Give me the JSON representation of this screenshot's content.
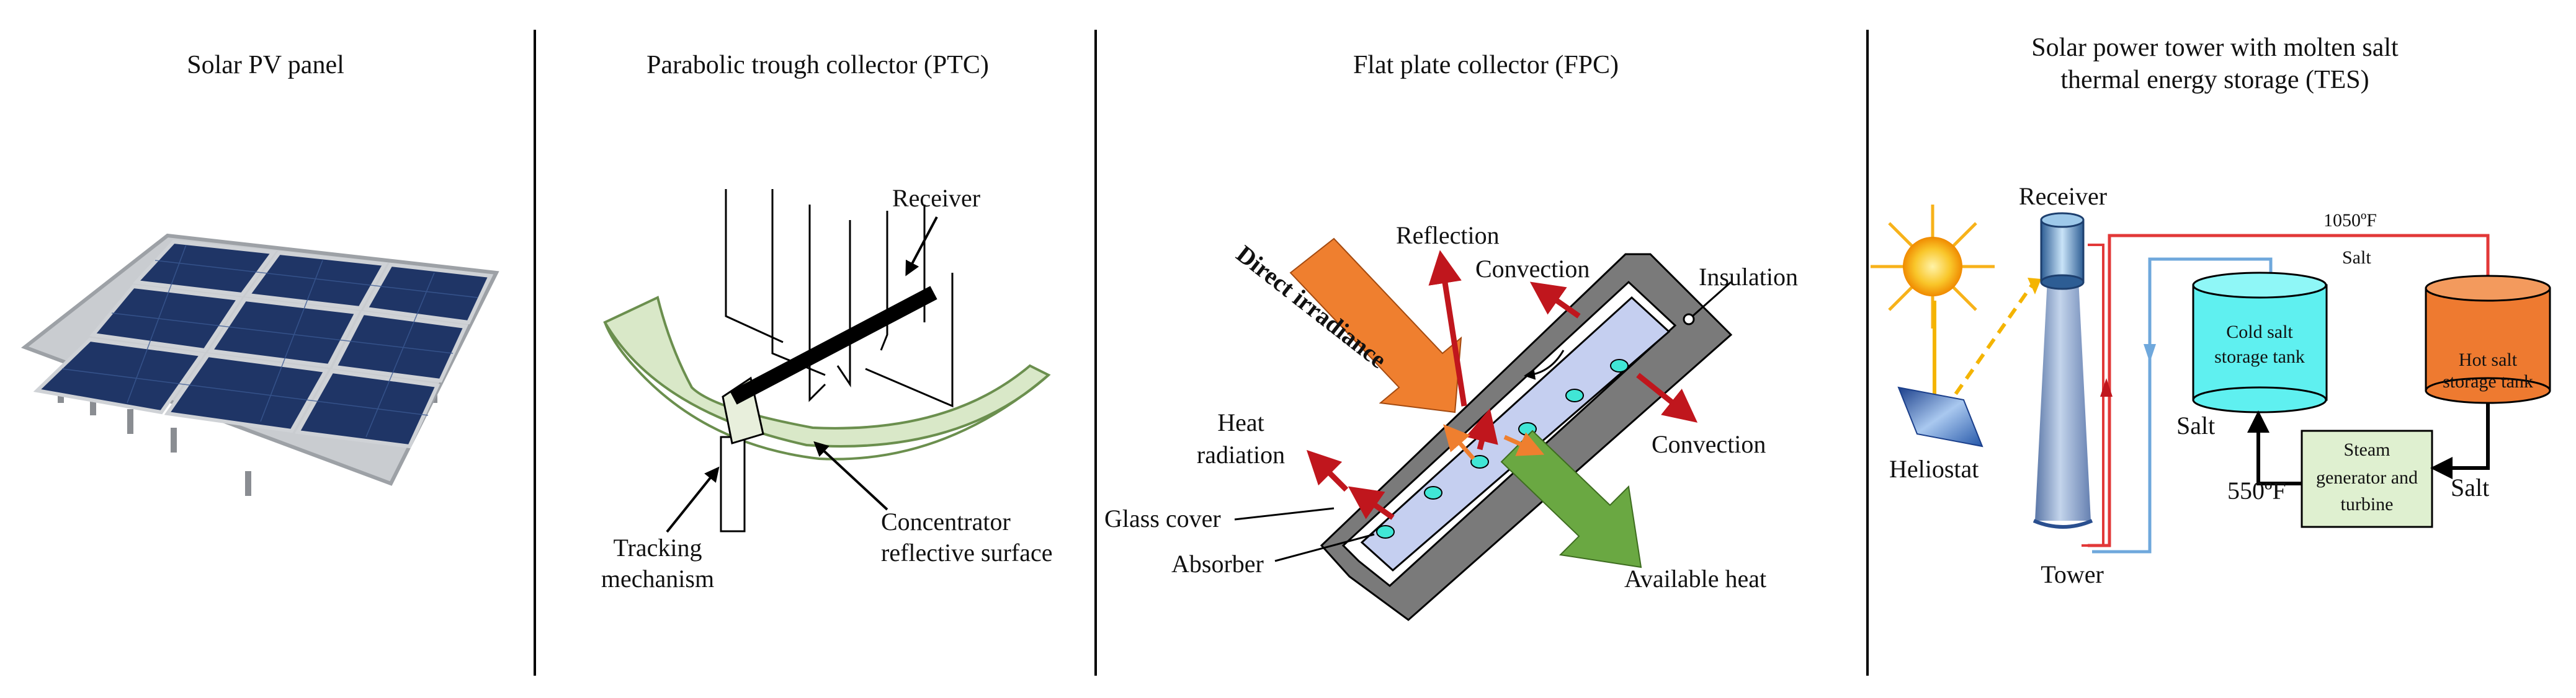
{
  "panels": {
    "pv": {
      "title": "Solar PV panel"
    },
    "ptc": {
      "title": "Parabolic trough collector (PTC)",
      "receiver": "Receiver",
      "tracking_1": "Tracking",
      "tracking_2": "mechanism",
      "concentrator_1": "Concentrator",
      "concentrator_2": "reflective surface"
    },
    "fpc": {
      "title": "Flat plate collector (FPC)",
      "reflection": "Reflection",
      "convection_top": "Convection",
      "insulation": "Insulation",
      "direct_irradiance": "Direct irradiance",
      "heat_1": "Heat",
      "heat_2": "radiation",
      "convection_side": "Convection",
      "glass_cover": "Glass cover",
      "absorber": "Absorber",
      "available_heat": "Available heat"
    },
    "tes": {
      "title_1": "Solar power tower with molten salt",
      "title_2": "thermal energy storage (TES)",
      "receiver": "Receiver",
      "temp_hot": "1050ºF",
      "salt_top": "Salt",
      "cold_tank_1": "Cold salt",
      "cold_tank_2": "storage tank",
      "hot_tank_1": "Hot salt",
      "hot_tank_2": "storage tank",
      "salt_left": "Salt",
      "heliostat": "Heliostat",
      "steam_1": "Steam",
      "steam_2": "generator and",
      "steam_3": "turbine",
      "temp_cold": "550ºF",
      "salt_right": "Salt",
      "tower": "Tower"
    }
  },
  "colors": {
    "pv_panel": "#1f3566",
    "pv_frame": "#c9ccd0",
    "ptc_surface": "#d9e8c8",
    "fpc_glass": "#c5cff0",
    "fpc_housing": "#7a7a7a",
    "irradiance_arrow": "#ef7f2f",
    "heat_arrow": "#6aa842",
    "red_arrow": "#c0161d",
    "sun": "#f7b21a",
    "cold_tank": "#5ff0f0",
    "hot_tank": "#ee7a30",
    "steam_box": "#dff0d0",
    "hot_line": "#e23838",
    "cold_line": "#6fa8dc"
  }
}
